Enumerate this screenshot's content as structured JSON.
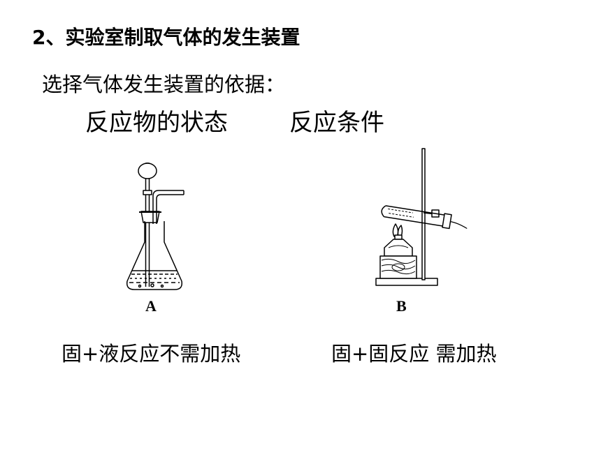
{
  "slide": {
    "title": "2、实验室制取气体的发生装置",
    "basis": "选择气体发生装置的依据：",
    "factors": [
      "反应物的状态",
      "反应条件"
    ]
  },
  "apparatus": [
    {
      "label": "A",
      "condition": "固+液反应不需加热"
    },
    {
      "label": "B",
      "condition": "固+固反应 需加热"
    }
  ]
}
